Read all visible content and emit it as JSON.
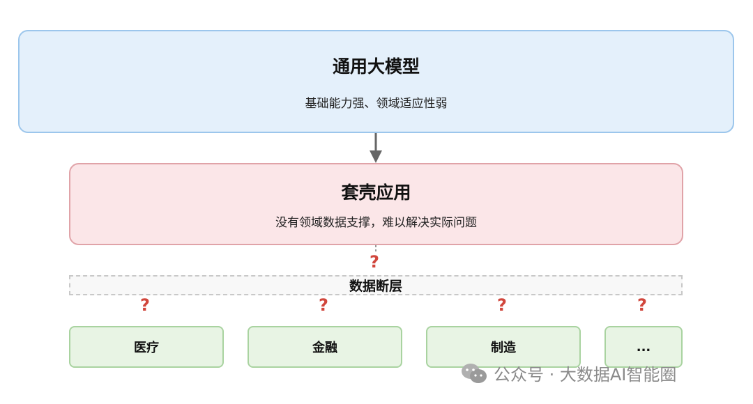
{
  "general_model": {
    "title": "通用大模型",
    "subtitle": "基础能力强、领域适应性弱"
  },
  "shell_app": {
    "title": "套壳应用",
    "subtitle": "没有领域数据支撑，难以解决实际问题"
  },
  "data_gap": {
    "label": "数据断层"
  },
  "question_mark": "?",
  "domains": [
    {
      "label": "医疗"
    },
    {
      "label": "金融"
    },
    {
      "label": "制造"
    },
    {
      "label": "..."
    }
  ],
  "watermark": {
    "text": "公众号 · 大数据AI智能圈"
  },
  "colors": {
    "general_fill": "#e4f0fb",
    "general_border": "#9cc6ec",
    "shell_fill": "#fbe6e8",
    "shell_border": "#e0a3a8",
    "domain_fill": "#e8f4e4",
    "domain_border": "#a9d3a0",
    "question": "#d1463c",
    "arrow": "#666666"
  }
}
